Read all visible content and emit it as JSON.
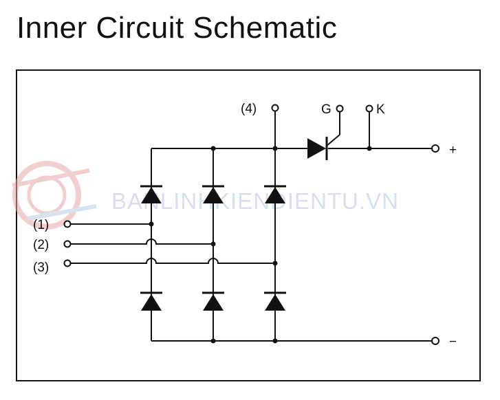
{
  "title": "Inner Circuit Schematic",
  "terminals": {
    "input_1": "(1)",
    "input_2": "(2)",
    "input_3": "(3)",
    "common_4": "(4)",
    "gate": "G",
    "cathode": "K",
    "positive": "+",
    "negative": "−"
  },
  "watermark": "BANLINHKIENDIENTU.VN",
  "colors": {
    "ink": "#111111",
    "watermark": "#b9cde8",
    "watermark_logo": "#e8a7a7"
  }
}
